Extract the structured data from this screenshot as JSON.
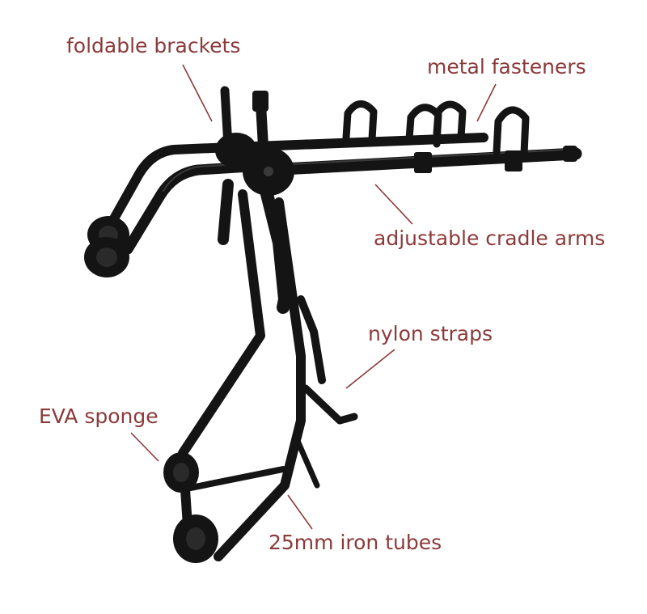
{
  "labels": {
    "foldable_brackets": "foldable brackets",
    "metal_fasteners": "metal fasteners",
    "adjustable_cradle_arms": "adjustable cradle arms",
    "nylon_straps": "nylon straps",
    "eva_sponge": "EVA sponge",
    "iron_tubes": "25mm iron tubes"
  },
  "colors": {
    "label_text": "#8b3a3a",
    "leader_line": "#8b3a3a",
    "metal": "#141414",
    "highlight": "#3a3a3a",
    "background": "#ffffff"
  }
}
